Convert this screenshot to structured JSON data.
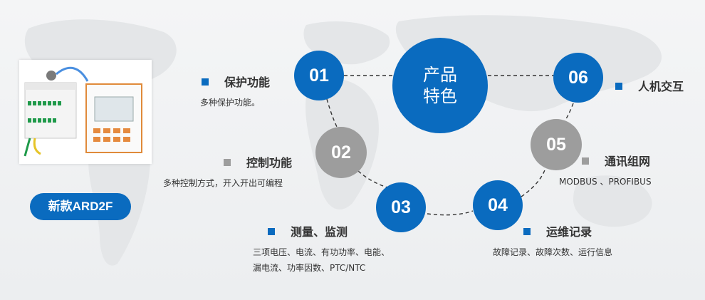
{
  "center": {
    "line1": "产品",
    "line2": "特色"
  },
  "badge": {
    "label": "新款ARD2F"
  },
  "features": [
    {
      "num": "01",
      "title": "保护功能",
      "desc": [
        "多种保护功能。"
      ],
      "color": "#0a6bbf"
    },
    {
      "num": "02",
      "title": "控制功能",
      "desc": [
        "多种控制方式，开入开出可编程"
      ],
      "color": "#9d9d9d"
    },
    {
      "num": "03",
      "title": "测量、监测",
      "desc": [
        "三项电压、电流、有功功率、电能、",
        "漏电流、功率因数、PTC/NTC"
      ],
      "color": "#0a6bbf"
    },
    {
      "num": "04",
      "title": "运维记录",
      "desc": [
        "故障记录、故障次数、运行信息"
      ],
      "color": "#0a6bbf"
    },
    {
      "num": "05",
      "title": "通讯组网",
      "desc": [
        "MODBUS 、PROFIBUS"
      ],
      "color": "#9d9d9d"
    },
    {
      "num": "06",
      "title": "人机交互",
      "desc": [],
      "color": "#0a6bbf"
    }
  ]
}
